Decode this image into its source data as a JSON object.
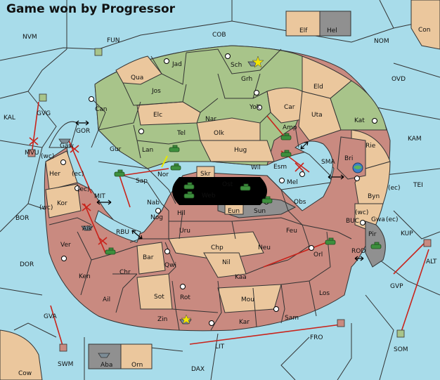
{
  "title": "Game won by Progressor",
  "colors": {
    "sea": "#a8dcea",
    "neutral": "#ebc79d",
    "green_player": "#a8c48a",
    "red_player": "#c98a80",
    "gray_player": "#909090",
    "move_arrow": "#c9231b",
    "unit": "#3d8f3d"
  },
  "provinces": {
    "nvm": "NVM",
    "fun": "FUN",
    "cob": "COB",
    "elf": "Elf",
    "hel": "Hel",
    "con": "Con",
    "nom": "NOM",
    "ovd": "OVD",
    "kal": "KAL",
    "gvg": "GVG",
    "gor": "GOR",
    "gaw": "Gaw",
    "mvu": "MVU",
    "wc1": "(wc)",
    "her": "Her",
    "ec1": "(ec)",
    "kam": "KAM",
    "sma": "SMA",
    "tei": "TEI",
    "byn": "Byn",
    "ec2": "(ec)",
    "gwa": "Gwa",
    "ec3": "(ec)",
    "wc2": "(wc)",
    "bri": "Bri",
    "rie": "Rie",
    "kat": "Kat",
    "uta": "Uta",
    "eld": "Eld",
    "car": "Car",
    "amp": "Amp",
    "yok": "Yok",
    "grh": "Grh",
    "sch": "Sch",
    "jad": "Jad",
    "qua": "Qua",
    "jos": "Jos",
    "can": "Can",
    "elc": "Elc",
    "nar": "Nar",
    "tel": "Tel",
    "olk": "Olk",
    "gur": "Gur",
    "lan": "Lan",
    "hug": "Hug",
    "wil": "Wil",
    "esm": "Esm",
    "mel": "Mel",
    "obs": "Obs",
    "nor": "Nor",
    "sap": "Sap",
    "skr": "Skr",
    "ost": "Ost",
    "web": "Web",
    "eun": "Eun",
    "sun": "Sun",
    "nab": "Nab",
    "hil": "Hil",
    "nog": "Nog",
    "uru": "Uru",
    "feu": "Feu",
    "chp": "Chp",
    "neu": "Neu",
    "orl": "Orl",
    "nil": "Nil",
    "qwi": "Qwi",
    "bar": "Bar",
    "kaa": "Kaa",
    "rot": "Rot",
    "sot": "Sot",
    "mou": "Mou",
    "los": "Los",
    "zin": "Zin",
    "kar": "Kar",
    "sam": "Sam",
    "ail": "Ail",
    "ken": "Ken",
    "chr": "Chr",
    "ver": "Ver",
    "aik": "Aik",
    "kor": "Kor",
    "wc3": "(wc)",
    "ec4": "(ec)",
    "mit": "MIT",
    "rbu": "RBU",
    "bor": "BOR",
    "dor": "DOR",
    "buc": "BUC",
    "pir": "Pir",
    "kup": "KUP",
    "alt": "ALT",
    "rod": "ROD",
    "gvp": "GVP",
    "gva": "GVA",
    "swm": "SWM",
    "aba": "Aba",
    "orn": "Orn",
    "lit": "LIT",
    "fro": "FRO",
    "som": "SOM",
    "dax": "DAX",
    "cow": "Cow"
  },
  "icons": {
    "supply_center": "supply-center-dot-icon",
    "army": "army-tank-icon",
    "fleet": "fleet-ship-icon",
    "move": "move-arrow-icon",
    "support": "support-arrow-icon",
    "convoy": "convoy-double-arrow-icon",
    "dislodged": "dislodged-x-icon",
    "explosion": "battle-star-icon",
    "globe": "globe-icon"
  }
}
